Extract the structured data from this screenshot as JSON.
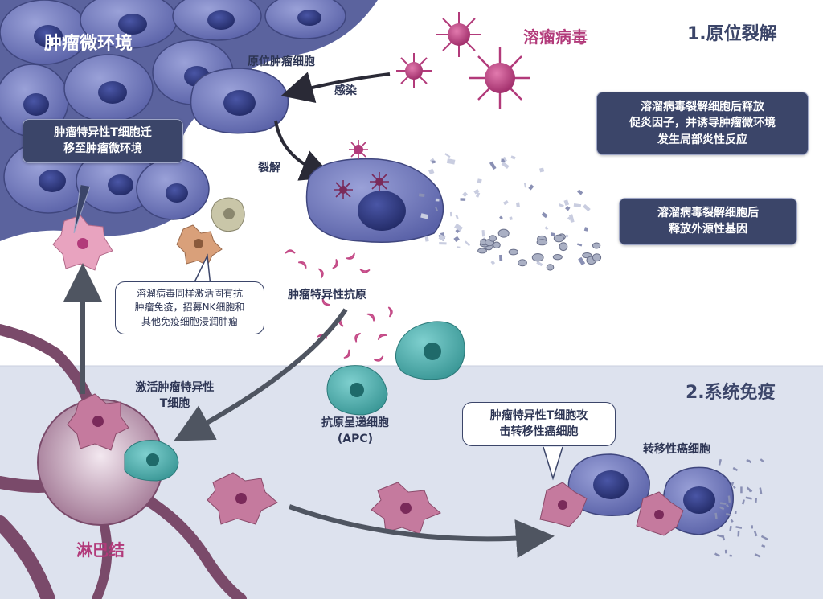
{
  "title_tme": "肿瘤微环境",
  "phase1_title": "1.原位裂解",
  "phase2_title": "2.系统免疫",
  "virus_label": "溶瘤病毒",
  "tumor_cell_label": "原位肿瘤细胞",
  "infect_label": "感染",
  "lysis_label": "裂解",
  "antigen_label": "肿瘤特异性抗原",
  "apc_label": {
    "line1": "抗原呈递细胞",
    "line2": "(APC)"
  },
  "activate_label": {
    "line1": "激活肿瘤特异性",
    "line2": "T细胞"
  },
  "lymph_label": "淋巴结",
  "metastatic_label": "转移性癌细胞",
  "box_tcell_migrate": {
    "line1": "肿瘤特异性T细胞迁",
    "line2": "移至肿瘤微环境"
  },
  "box_immune": {
    "line1": "溶溜病毒同样激活固有抗",
    "line2": "肿瘤免疫，招募NK细胞和",
    "line3": "其他免疫细胞浸润肿瘤"
  },
  "box_inflam": {
    "line1": "溶溜病毒裂解细胞后释放",
    "line2": "促炎因子，并诱导肿瘤微环境",
    "line3": "发生局部炎性反应"
  },
  "box_gene": {
    "line1": "溶溜病毒裂解细胞后",
    "line2": "释放外源性基因"
  },
  "box_attack": {
    "line1": "肿瘤特异性T细胞攻",
    "line2": "击转移性癌细胞"
  },
  "colors": {
    "tumor_cell": "#6a72b4",
    "nucleus": "#2b3475",
    "virus": "#b23a7a",
    "tcell": "#d98aa8",
    "apc": "#4ba7a6",
    "lymph": "#8a5a78",
    "dark_box": "#3b4569",
    "bottom_bg": "#dde2ee"
  }
}
